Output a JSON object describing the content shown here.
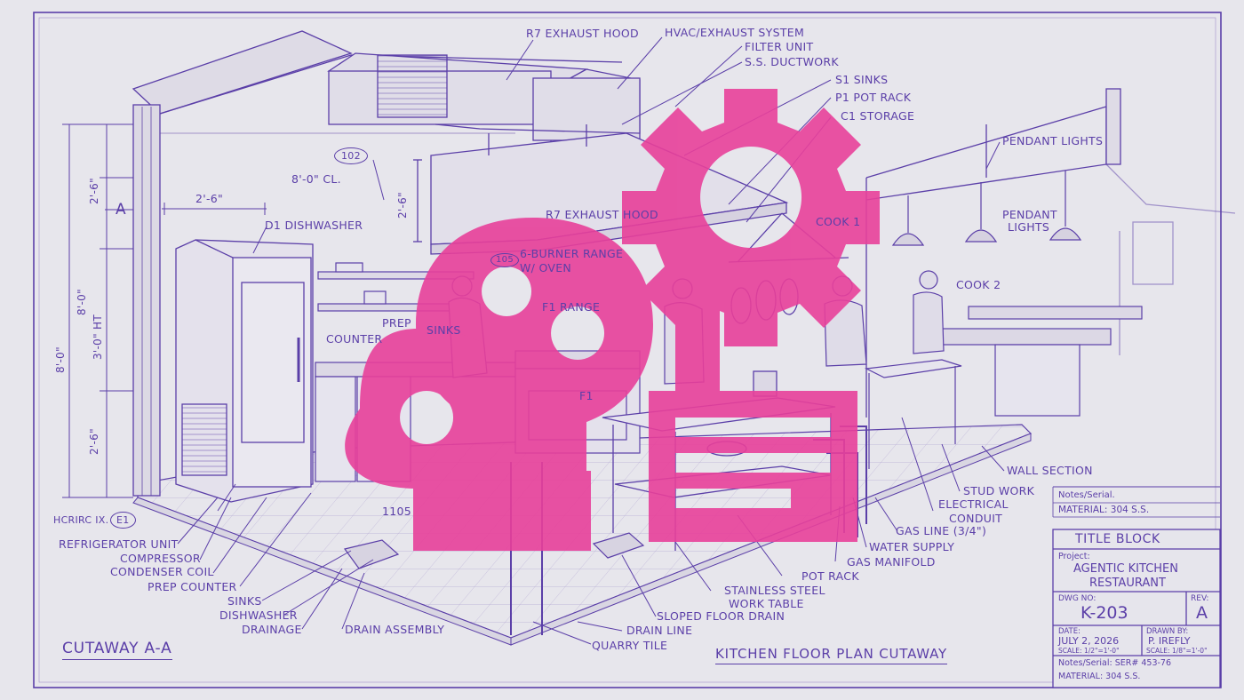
{
  "callouts_top": {
    "exhaust_hood": "R7 EXHAUST HOOD",
    "hvac": "HVAC/EXHAUST SYSTEM",
    "filter_unit": "FILTER UNIT",
    "ductwork": "S.S. DUCTWORK",
    "sinks": "S1 SINKS",
    "pot_rack": "P1 POT RACK",
    "storage": "C1 STORAGE",
    "pendant_lights": "PENDANT LIGHTS"
  },
  "callouts_inner": {
    "room_tag": "102",
    "ceiling_height": "8'-0\" CL.",
    "hood_drop": "2'-6\"",
    "shelf_width": "2'-6\"",
    "dishwasher": "D1 DISHWASHER",
    "exhaust_hood_inner": "R7 EXHAUST HOOD",
    "range_tag": "105",
    "range_a": "6-BURNER RANGE",
    "range_b": "W/ OVEN",
    "f1_range": "F1 RANGE",
    "f1": "F1",
    "counter": "COUNTER",
    "prep": "PREP",
    "sinks_inner": "SINKS",
    "cook1": "COOK 1",
    "cook2": "COOK 2",
    "pendant_a": "PENDANT",
    "pendant_b": "LIGHTS",
    "floor_tag": "1105",
    "section_mark": "A"
  },
  "callouts_left": {
    "ref_tag_text": "HCRIRC IX.",
    "ref_tag": "E1",
    "refrigerator": "REFRIGERATOR UNIT",
    "compressor": "COMPRESSOR",
    "condenser": "CONDENSER COIL",
    "prep_counter": "PREP COUNTER",
    "sinks": "SINKS",
    "dishwasher": "DISHWASHER",
    "drainage": "DRAINAGE",
    "drain_assembly": "DRAIN ASSEMBLY"
  },
  "callouts_bottom": {
    "quarry_tile": "QUARRY TILE",
    "drain_line": "DRAIN LINE",
    "sloped_drain": "SLOPED FLOOR DRAIN",
    "ss_table_a": "STAINLESS STEEL",
    "ss_table_b": "WORK TABLE",
    "pot_rack": "POT RACK",
    "gas_manifold": "GAS MANIFOLD",
    "water_supply": "WATER SUPPLY",
    "gas_line": "GAS LINE (3/4\")",
    "conduit_a": "ELECTRICAL",
    "conduit_b": "CONDUIT",
    "stud_work": "STUD WORK",
    "wall_section": "WALL SECTION"
  },
  "dimensions": {
    "left_total": "8'-0\"",
    "left_mid": "8'-0\"",
    "left_ht": "3'-0\" HT",
    "left_top": "2'-6\"",
    "left_bottom": "2'-6\""
  },
  "titles": {
    "cutaway": "CUTAWAY A-A",
    "plan": "KITCHEN FLOOR PLAN CUTAWAY"
  },
  "notes_top": {
    "notes": "Notes/Serial.",
    "material": "MATERIAL: 304 S.S."
  },
  "title_block": {
    "heading": "TITLE BLOCK",
    "project_label": "Project:",
    "project_line1": "AGENTIC KITCHEN",
    "project_line2": "RESTAURANT",
    "dwg_label": "DWG NO:",
    "dwg_no": "K-203",
    "rev_label": "REV:",
    "rev": "A",
    "date_label": "DATE:",
    "date": "JULY 2, 2026",
    "scale_left": "SCALE: 1/2\"=1'-0\"",
    "drawn_label": "DRAWN BY:",
    "drawn": "P. IREFLY",
    "scale_right": "SCALE: 1/8\"=1'-0\"",
    "notes": "Notes/Serial: SER# 453-76",
    "material": "MATERIAL: 304 S.S."
  },
  "colors": {
    "paper": "#e7e6ec",
    "ink": "#5b3fa8",
    "overlay": "#e8409a"
  },
  "overlay_icons": [
    "gear-icon",
    "robot-head-icon",
    "chat-bubble-icon",
    "document-icon"
  ]
}
